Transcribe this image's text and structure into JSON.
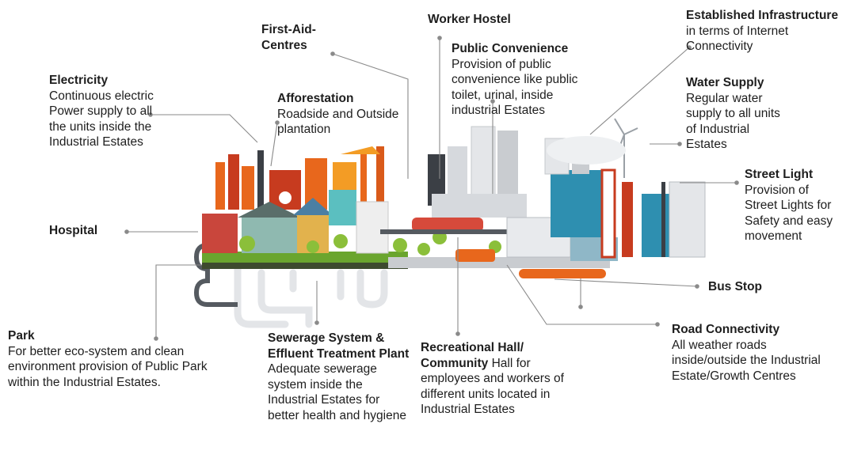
{
  "labels": {
    "first_aid": {
      "title": "First-Aid-\nCentres"
    },
    "worker_hostel": {
      "title": "Worker Hostel"
    },
    "public_convenience": {
      "title": "Public Convenience",
      "desc": "Provision of public convenience like public toilet, urinal, inside industrial Estates"
    },
    "infrastructure": {
      "title": "Established Infrastructure",
      "desc": "in terms of Internet Connectivity"
    },
    "electricity": {
      "title": "Electricity",
      "desc": "Continuous electric Power supply to all the units inside the Industrial Estates"
    },
    "afforestation": {
      "title": "Afforestation",
      "desc": "Roadside and Outside plantation"
    },
    "water_supply": {
      "title": "Water Supply",
      "desc": "Regular water supply to all units of Industrial Estates"
    },
    "street_light": {
      "title": "Street Light",
      "desc": "Provision of Street Lights for Safety and easy movement"
    },
    "hospital": {
      "title": "Hospital"
    },
    "bus_stop": {
      "title": "Bus Stop"
    },
    "park": {
      "title": "Park",
      "desc": "For better eco-system and clean environment provision of Public Park within the Industrial Estates."
    },
    "sewerage": {
      "title": "Sewerage System & Effluent Treatment Plant",
      "desc": "Adequate sewerage system inside the Industrial Estates for better health and hygiene"
    },
    "recreational": {
      "title": "Recreational Hall/ Community",
      "desc": "Hall for employees and workers of different units located in Industrial Estates"
    },
    "road": {
      "title": "Road Connectivity",
      "desc": "All weather roads inside/outside the Industrial Estate/Growth Centres"
    }
  },
  "colors": {
    "leader": "#8a8a8a",
    "orange": "#e8671c",
    "teal": "#2e8fb0",
    "green": "#6aa52e",
    "grey": "#b9bdc2"
  }
}
